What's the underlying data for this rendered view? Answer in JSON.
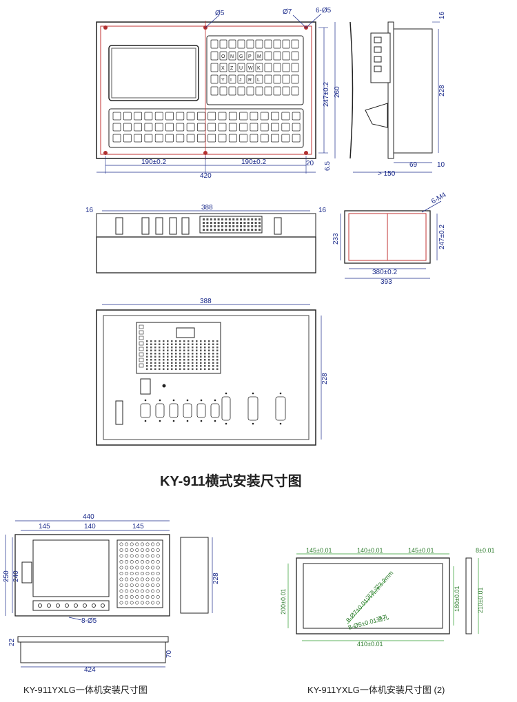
{
  "captions": {
    "main": "KY-911横式安装尺寸图",
    "yxlg": "KY-911YXLG一体机安装尺寸图",
    "yxlg2": "KY-911YXLG一体机安装尺寸图 (2)"
  },
  "front_view": {
    "hole_d5": "Ø5",
    "hole_d7": "Ø7",
    "holes_6": "6-Ø5",
    "dim_190a": "190±0.2",
    "dim_190b": "190±0.2",
    "dim_420": "420",
    "dim_20": "20",
    "dim_6_5": "6.5",
    "dim_247": "247±0.2",
    "dim_260": "260",
    "keys_alpha_row1": [
      "O",
      "N",
      "G",
      "P",
      "M"
    ],
    "keys_alpha_row2": [
      "X",
      "Z",
      "U",
      "W",
      "K"
    ],
    "keys_alpha_row3": [
      "Y",
      "I",
      "J",
      "R",
      "L"
    ]
  },
  "side_view": {
    "dim_16": "16",
    "dim_228": "228",
    "dim_69": "69",
    "dim_10": "10",
    "dim_150": "> 150"
  },
  "top_view": {
    "dim_388": "388",
    "dim_16l": "16",
    "dim_16r": "16"
  },
  "cutout_view": {
    "holes": "6-M4",
    "dim_233": "233",
    "dim_247": "247±0.2",
    "dim_380": "380±0.2",
    "dim_393": "393"
  },
  "back_view": {
    "dim_388": "388",
    "dim_228": "228"
  },
  "yxlg_view": {
    "dim_440": "440",
    "dim_145a": "145",
    "dim_140": "140",
    "dim_145b": "145",
    "dim_250": "250",
    "dim_240": "240",
    "dim_228": "228",
    "holes": "8-Ø5",
    "dim_22": "22",
    "dim_70": "70",
    "dim_424": "424"
  },
  "yxlg2_view": {
    "dim_145a": "145±0.01",
    "dim_140": "140±0.01",
    "dim_145b": "145±0.01",
    "dim_8": "8±0.01",
    "dim_200": "200±0.01",
    "dim_180": "180±0.01",
    "dim_210": "210±0.01",
    "dim_410": "410±0.01",
    "note1": "8-Ø7±0.01沉孔深3.2mm",
    "note2": "8-Ø5±0.01通孔"
  },
  "colors": {
    "outline": "#222222",
    "dimension": "#1a2a8a",
    "highlight": "#c03030",
    "green": "#2a9a2a"
  }
}
